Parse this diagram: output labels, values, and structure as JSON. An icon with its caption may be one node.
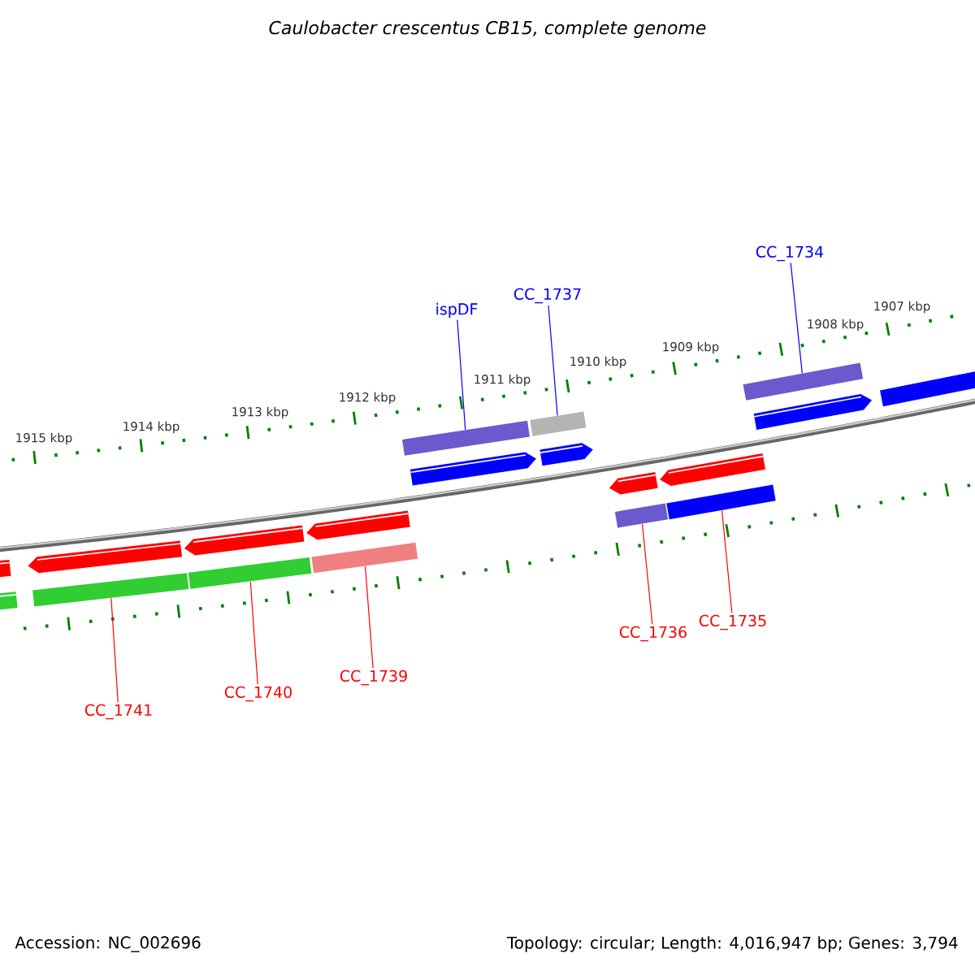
{
  "diagram": {
    "title": "Caulobacter crescentus CB15, complete genome",
    "nodes": [
      {
        "text": [
          "ispDF"
        ]
      },
      {
        "text": [
          "CC_1737"
        ]
      },
      {
        "text": [
          "CC_1734"
        ]
      },
      {
        "text": [
          "CC_1741"
        ]
      },
      {
        "text": [
          "CC_1740"
        ]
      },
      {
        "text": [
          "CC_1739"
        ]
      },
      {
        "text": [
          "CC_1736"
        ]
      },
      {
        "text": [
          "CC_1735"
        ]
      },
      {
        "text": [],
        "shape": "bar"
      },
      {
        "text": [],
        "shape": "bar"
      },
      {
        "text": [],
        "shape": "bar"
      },
      {
        "text": [],
        "shape": "bar"
      },
      {
        "text": [],
        "shape": "bar"
      },
      {
        "text": [],
        "shape": "bar"
      },
      {
        "text": [],
        "shape": "bar"
      },
      {
        "text": [],
        "shape": "bar"
      },
      {
        "text": [],
        "shape": "bar"
      }
    ],
    "edges": [
      {
        "from": 0,
        "to": 8,
        "arrow": "none",
        "color": "#0000ff"
      },
      {
        "from": 1,
        "to": 9,
        "arrow": "none",
        "color": "#0000ff"
      },
      {
        "from": 2,
        "to": 10,
        "arrow": "none",
        "color": "#0000ff"
      },
      {
        "from": 3,
        "to": 11,
        "arrow": "none"
      },
      {
        "from": 4,
        "to": 12,
        "arrow": "none"
      },
      {
        "from": 5,
        "to": 13,
        "arrow": "none"
      },
      {
        "from": 6,
        "to": 14,
        "arrow": "none"
      },
      {
        "from": 7,
        "to": 15,
        "arrow": "none"
      }
    ],
    "labels": [
      "1915 kbp",
      "1914 kbp",
      "1913 kbp",
      "1912 kbp",
      "1911 kbp",
      "1910 kbp",
      "1909 kbp",
      "1908 kbp",
      "1907 kbp",
      "Accession: NC_002696",
      "Topology: circular; Length: 4,016,947 bp; Genes: 3,794"
    ]
  }
}
